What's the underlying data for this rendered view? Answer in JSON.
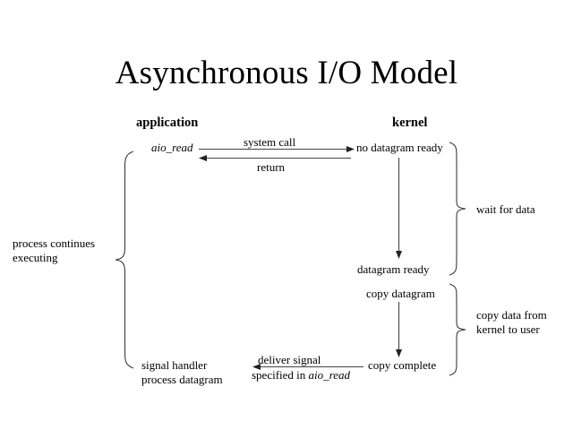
{
  "page": {
    "title": "Asynchronous I/O Model",
    "background_color": "#ffffff",
    "text_color": "#000000",
    "line_color": "#444444"
  },
  "columns": {
    "left_heading": "application",
    "right_heading": "kernel"
  },
  "nodes": {
    "aio_read": "aio_read",
    "no_datagram_ready": "no datagram ready",
    "datagram_ready": "datagram ready",
    "copy_datagram": "copy datagram",
    "copy_complete": "copy complete"
  },
  "arrow_labels": {
    "system_call": "system  call",
    "return": "return",
    "deliver_signal_line1": "deliver  signal",
    "deliver_signal_line2_prefix": "specified in ",
    "deliver_signal_line2_italic": "aio_read"
  },
  "annotations": {
    "process_continues_line1": "process continues",
    "process_continues_line2": "executing",
    "signal_handler_line1": "signal handler",
    "signal_handler_line2": "process datagram",
    "wait_for_data": "wait for data",
    "copy_data_line1": "copy data from",
    "copy_data_line2": "kernel to user"
  },
  "diagram": {
    "type": "sequence-diagram",
    "braces": [
      {
        "name": "process-continues-brace",
        "orientation": "right-opening",
        "spans": "aio_read to signal handler",
        "label": "process continues executing"
      },
      {
        "name": "wait-for-data-brace",
        "orientation": "right-opening",
        "spans": "no datagram ready to datagram ready",
        "label": "wait for data"
      },
      {
        "name": "copy-data-brace",
        "orientation": "right-opening",
        "spans": "copy datagram to copy complete",
        "label": "copy data from kernel to user"
      }
    ],
    "arrows": [
      {
        "name": "system-call-arrow",
        "direction": "right",
        "from": "application",
        "to": "kernel",
        "label": "system  call"
      },
      {
        "name": "return-arrow",
        "direction": "left",
        "from": "kernel",
        "to": "application",
        "label": "return"
      },
      {
        "name": "wait-arrow",
        "direction": "down",
        "from": "no datagram ready",
        "to": "datagram ready"
      },
      {
        "name": "copy-arrow",
        "direction": "down",
        "from": "copy datagram",
        "to": "copy complete"
      },
      {
        "name": "deliver-signal-arrow",
        "direction": "left",
        "from": "copy complete",
        "to": "signal handler",
        "label": "deliver signal specified in aio_read"
      }
    ]
  }
}
